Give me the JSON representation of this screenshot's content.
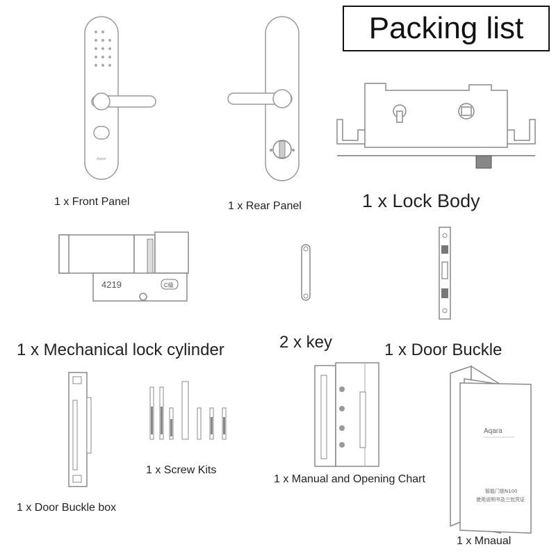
{
  "title": "Packing list",
  "items": [
    {
      "label": "1 x Front Panel"
    },
    {
      "label": "1 x Rear Panel"
    },
    {
      "label": "1 x Lock Body"
    },
    {
      "label": "1 x Mechanical lock cylinder"
    },
    {
      "label": "2 x key"
    },
    {
      "label": "1 x Door Buckle"
    },
    {
      "label": "1 x Door Buckle box"
    },
    {
      "label": "1 x Screw Kits"
    },
    {
      "label": "1 x Manual and Opening Chart"
    },
    {
      "label": "1 x Mnaual"
    }
  ],
  "art_text": {
    "front_panel_brand": "Aqara",
    "cylinder_number": "4219",
    "cylinder_mark": "C级",
    "manual_brand": "Aqara",
    "manual_line1": "智能门锁N100",
    "manual_line2": "使用说明书及三包凭证"
  }
}
